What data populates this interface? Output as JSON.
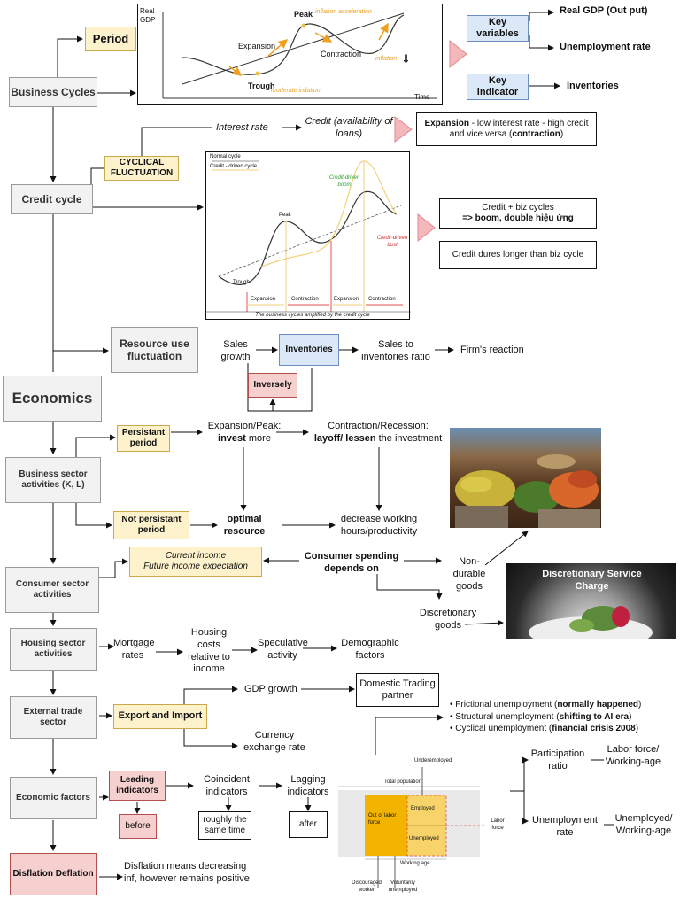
{
  "nodes": {
    "business_cycles": "Business Cycles",
    "period": "Period",
    "key_variables": "Key variables",
    "real_gdp": "Real GDP (Out put)",
    "unemployment_rate": "Unemployment rate",
    "key_indicator": "Key indicator",
    "inventories": "Inventories",
    "cyclical_fluctuation": "CYCLICAL FLUCTUATION",
    "credit_cycle": "Credit cycle",
    "interest_rate": "Interest rate",
    "credit_availability": "Credit (availability of loans)",
    "expansion_note_1": "Expansion",
    "expansion_note_2": " - low interest rate - high credit and vice versa (",
    "expansion_note_3": "contraction",
    "expansion_note_4": ")",
    "boom_line1": "Credit + biz cycles",
    "boom_line2": "=> boom, double hiệu ứng",
    "credit_dures": "Credit dures longer than biz cycle",
    "resource_use": "Resource use fluctuation",
    "sales_growth": "Sales growth",
    "inventories_box": "Inventories",
    "inversely": "Inversely",
    "sales_to_inv": "Sales to inventories ratio",
    "firms_reaction": "Firm's reaction",
    "economics": "Economics",
    "business_sector": "Business sector activities (K, L)",
    "persistant_period": "Persistant period",
    "exp_peak_1": "Expansion/Peak:",
    "exp_peak_2": "invest",
    "exp_peak_3": " more",
    "contraction_1": "Contraction/Recession:",
    "contraction_2": "layoff/ lessen",
    "contraction_3": " the investment",
    "not_persistant": "Not persistant period",
    "optimal_resource": "optimal resource",
    "decrease_hours": "decrease working hours/productivity",
    "consumer_sector": "Consumer sector activities",
    "current_income": "Current income",
    "future_income": "Future income expectation",
    "consumer_spending": "Consumer spending depends on",
    "non_durable": "Non-durable goods",
    "discretionary_goods": "Discretionary goods",
    "photo_caption": "Discretionary Service Charge",
    "housing_sector": "Housing sector activities",
    "mortgage_rates": "Mortgage rates",
    "housing_costs": "Housing costs relative to income",
    "speculative": "Speculative activity",
    "demographic": "Demographic factors",
    "external_trade": "External trade sector",
    "export_import": "Export and Import",
    "gdp_growth": "GDP growth",
    "domestic_partner": "Domestic Trading partner",
    "currency_rate": "Currency exchange rate",
    "economic_factors": "Economic factors",
    "leading": "Leading indicators",
    "before": "before",
    "coincident": "Coincident indicators",
    "same_time": "roughly the same time",
    "lagging": "Lagging indicators",
    "after": "after",
    "disflation": "Disflation Deflation",
    "disflation_note": "Disflation means decreasing inf, however remains positive",
    "participation_ratio": "Participation ratio",
    "participation_formula": "Labor force/ Working-age",
    "unemployment_rate_2": "Unemployment rate",
    "unemployment_formula": "Unemployed/ Working-age"
  },
  "unemployment_types": [
    {
      "label": "Frictional unemployment (",
      "bold": "normally happened",
      "end": ")"
    },
    {
      "label": "Structural unemployment (",
      "bold": "shifting to AI era",
      "end": ")"
    },
    {
      "label": "Cyclical unemployment (",
      "bold": "financial crisis 2008",
      "end": ")"
    }
  ],
  "biz_cycle_chart": {
    "ylabel": "Real GDP",
    "xlabel": "Time",
    "peak": "Peak",
    "trough": "Trough",
    "expansion": "Expansion",
    "contraction": "Contraction",
    "inflation_acceleration": "inflation acceleration",
    "inflation": "inflation",
    "moderate_inflation": "moderate inflation"
  },
  "credit_chart": {
    "legend_normal": "Normal cycle",
    "legend_credit": "Credit - driven cycle",
    "boom": "Credit-driven boom",
    "bust": "Credit-driven bust",
    "peak": "Peak",
    "trough": "Trough",
    "phases": [
      "Expansion",
      "Contraction",
      "Expansion",
      "Contraction"
    ],
    "caption": "The business cycles amplified by the credit cycle"
  },
  "labor_chart": {
    "underemployed": "Underemployed",
    "total_population": "Total population",
    "out_of_labor_force": "Out of labor force",
    "employed": "Employed",
    "unemployed": "Unemployed",
    "labor_force": "Labor force",
    "working_age": "Working age",
    "discouraged_worker": "Discouraged worker",
    "voluntarily_unemployed": "Voluntarily unemployed"
  }
}
